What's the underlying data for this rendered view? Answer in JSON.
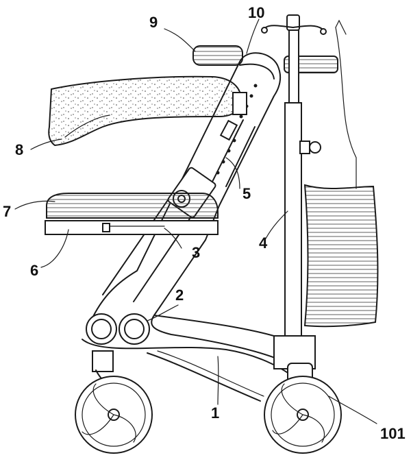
{
  "figure": {
    "labels": {
      "frame": "1",
      "wheel_hub": "2",
      "handle_lock": "3",
      "iv_pole": "4",
      "height_adjust_tube": "5",
      "seat_base": "6",
      "seat_cushion": "7",
      "arm_rest": "8",
      "hand_grip": "9",
      "handle_bend": "10",
      "rear_wheel": "101"
    },
    "colors": {
      "line": "#1a1a1a",
      "background": "#ffffff"
    }
  }
}
